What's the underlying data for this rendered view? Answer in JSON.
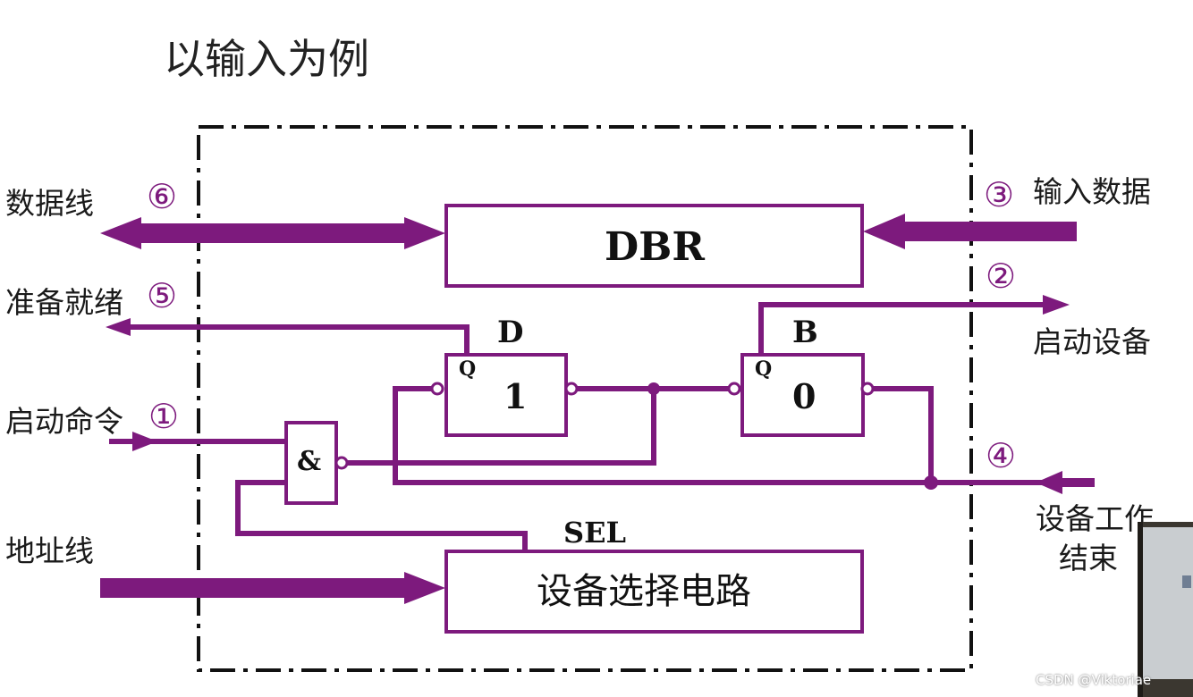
{
  "title": "以输入为例",
  "left_labels": {
    "data_line": "数据线",
    "ready": "准备就绪",
    "start_cmd": "启动命令",
    "address_line": "地址线"
  },
  "right_labels": {
    "input_data": "输入数据",
    "start_device": "启动设备",
    "device_done_line1": "设备工作",
    "device_done_line2": "结束"
  },
  "step_numbers": {
    "s1": "①",
    "s2": "②",
    "s3": "③",
    "s4": "④",
    "s5": "⑤",
    "s6": "⑥"
  },
  "blocks": {
    "dbr": "DBR",
    "d_name": "D",
    "d_value": "1",
    "b_name": "B",
    "b_value": "0",
    "q_label": "Q",
    "and_gate": "&",
    "sel": "SEL",
    "device_select": "设备选择电路"
  },
  "colors": {
    "signal": "#7d1a7d",
    "outline": "#7d1a7d",
    "dashed_border": "#111111"
  },
  "watermark": "CSDN @Viktoriae"
}
